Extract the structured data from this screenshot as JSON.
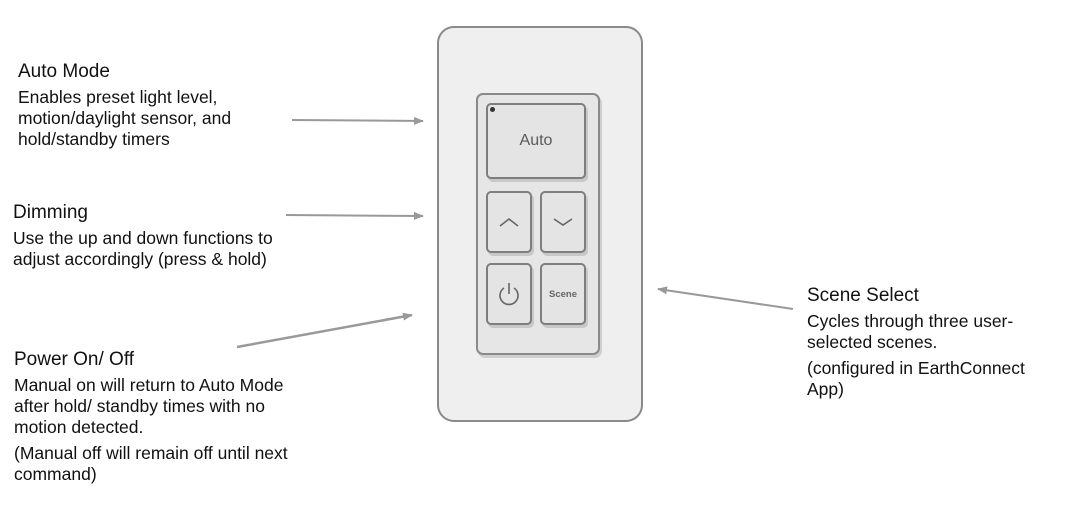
{
  "labels": {
    "auto_mode": {
      "title": "Auto Mode",
      "description": "Enables preset light level, motion/daylight sensor, and hold/standby timers"
    },
    "dimming": {
      "title": "Dimming",
      "description": "Use the up and down functions to adjust accordingly (press & hold)"
    },
    "power": {
      "title": "Power On/ Off",
      "description": "Manual on will return to Auto Mode after hold/ standby times with no motion detected.",
      "note": "(Manual off will remain off until next command)"
    },
    "scene_select": {
      "title": "Scene Select",
      "description": "Cycles through three user-selected scenes.",
      "note": "(configured in EarthConnect App)"
    }
  },
  "device": {
    "auto_button_label": "Auto",
    "scene_button_label": "Scene",
    "icons": {
      "up": "chevron-up-icon",
      "down": "chevron-down-icon",
      "power": "power-icon",
      "indicator": "led-indicator"
    }
  },
  "colors": {
    "arrow": "#999999",
    "plate_border": "#8a8a8a",
    "plate_fill": "#efefef",
    "key_fill": "#e4e4e4"
  }
}
